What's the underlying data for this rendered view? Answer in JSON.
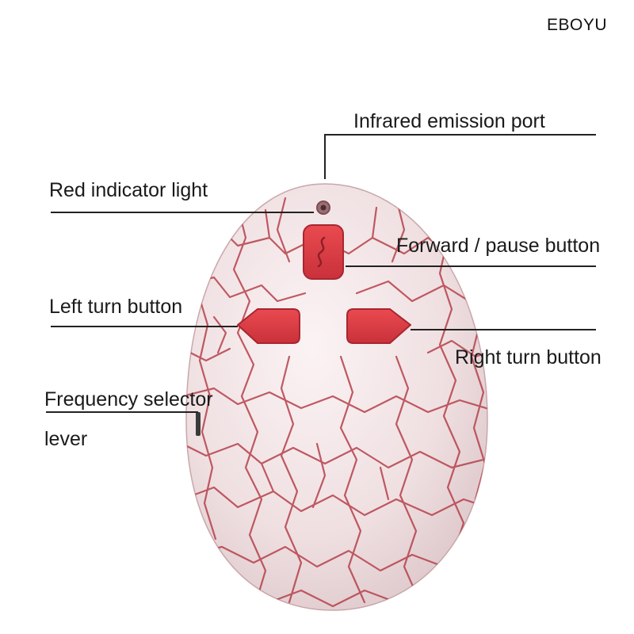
{
  "brand": "EBOYU",
  "callouts": {
    "infrared": "Infrared emission port",
    "red_light": "Red indicator light",
    "forward": "Forward / pause button",
    "left": "Left turn button",
    "right": "Right turn button",
    "frequency_line1": "Frequency selector",
    "frequency_line2": "lever"
  },
  "colors": {
    "shell": "#ecdcde",
    "crack": "#b5404b",
    "button": "#dc3c43",
    "leader": "#222222"
  }
}
